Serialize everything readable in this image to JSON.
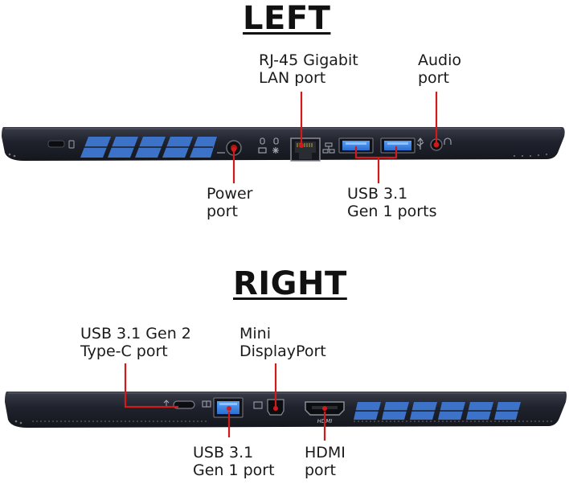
{
  "left": {
    "heading": "LEFT",
    "labels": {
      "lan": [
        "RJ-45 Gigabit",
        "LAN port"
      ],
      "audio": [
        "Audio",
        "port"
      ],
      "power": [
        "Power",
        "port"
      ],
      "usb": [
        "USB 3.1",
        "Gen 1 ports"
      ]
    }
  },
  "right": {
    "heading": "RIGHT",
    "labels": {
      "typec": [
        "USB 3.1 Gen 2",
        "Type-C port"
      ],
      "minidp": [
        "Mini",
        "DisplayPort"
      ],
      "usb": [
        "USB 3.1",
        "Gen 1 port"
      ],
      "hdmi": [
        "HDMI",
        "port"
      ]
    },
    "port_text": {
      "hdmi_icon": "HDMI"
    }
  },
  "colors": {
    "callout": "#d11a1a",
    "chassis": "#232632",
    "usb_port": "#2f7de0",
    "vent": "#3c73c8"
  }
}
